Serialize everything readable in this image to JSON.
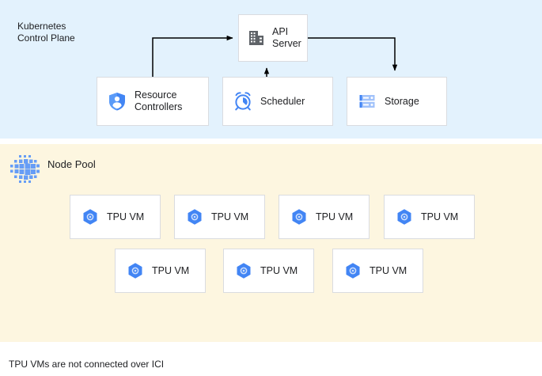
{
  "diagram": {
    "footnote": "TPU VMs are not connected over ICI"
  },
  "control_plane": {
    "title": "Kubernetes\nControl Plane",
    "background_color": "#e3f2fd",
    "boxes": [
      {
        "id": "api-server",
        "label": "API\nServer",
        "icon": "building-icon"
      },
      {
        "id": "resource-controllers",
        "label": "Resource\nControllers",
        "icon": "shield-person-icon"
      },
      {
        "id": "scheduler",
        "label": "Scheduler",
        "icon": "alarm-clock-icon"
      },
      {
        "id": "storage",
        "label": "Storage",
        "icon": "server-rack-icon"
      }
    ],
    "connections": [
      {
        "from": "resource-controllers",
        "to": "api-server",
        "direction": "up-right"
      },
      {
        "from": "scheduler",
        "to": "api-server",
        "direction": "up"
      },
      {
        "from": "api-server",
        "to": "storage",
        "direction": "right-down"
      }
    ]
  },
  "node_pool": {
    "title": "Node Pool",
    "icon": "node-cluster-dots-icon",
    "background_color": "#fdf6e0",
    "vm_label": "TPU VM",
    "vm_icon": "tpu-hexagon-icon",
    "rows": [
      {
        "count": 4,
        "labels": [
          "TPU VM",
          "TPU VM",
          "TPU VM",
          "TPU VM"
        ]
      },
      {
        "count": 3,
        "labels": [
          "TPU VM",
          "TPU VM",
          "TPU VM"
        ]
      }
    ]
  },
  "colors": {
    "panel_blue": "#e3f2fd",
    "panel_cream": "#fdf6e0",
    "accent_blue": "#4285f4",
    "icon_gray": "#5f6368",
    "box_border": "#dadce0",
    "text": "#202124",
    "connector": "#000000"
  }
}
